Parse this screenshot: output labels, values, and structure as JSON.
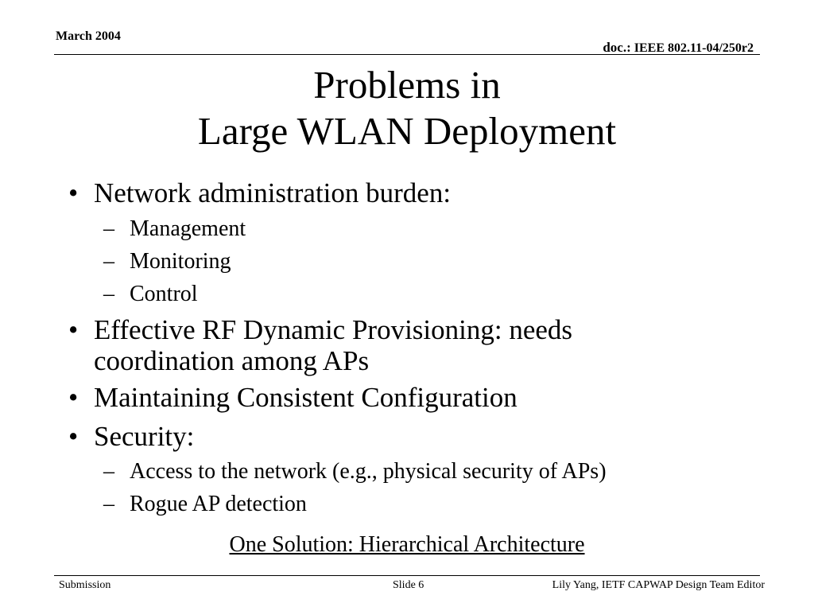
{
  "header": {
    "date": "March 2004",
    "doc_label": "doc.:",
    "doc_number": "IEEE 802.11-04/250r2"
  },
  "title": {
    "line1": "Problems in",
    "line2": "Large WLAN Deployment"
  },
  "bullets": [
    {
      "marker": "•",
      "text": "Network administration burden:",
      "subitems": [
        {
          "marker": "–",
          "text": "Management"
        },
        {
          "marker": "–",
          "text": "Monitoring"
        },
        {
          "marker": "–",
          "text": "Control"
        }
      ]
    },
    {
      "marker": "•",
      "text_line1": "Effective RF Dynamic Provisioning: needs",
      "text_line2": "coordination among APs"
    },
    {
      "marker": "•",
      "text": "Maintaining Consistent Configuration"
    },
    {
      "marker": "•",
      "text": "Security:",
      "subitems": [
        {
          "marker": "–",
          "text": "Access to the network (e.g., physical security of APs)"
        },
        {
          "marker": "–",
          "text": "Rogue AP detection"
        }
      ]
    }
  ],
  "solution": "One Solution: Hierarchical Architecture",
  "footer": {
    "left": "Submission",
    "center": "Slide 6",
    "right": "Lily Yang, IETF CAPWAP Design Team Editor"
  }
}
